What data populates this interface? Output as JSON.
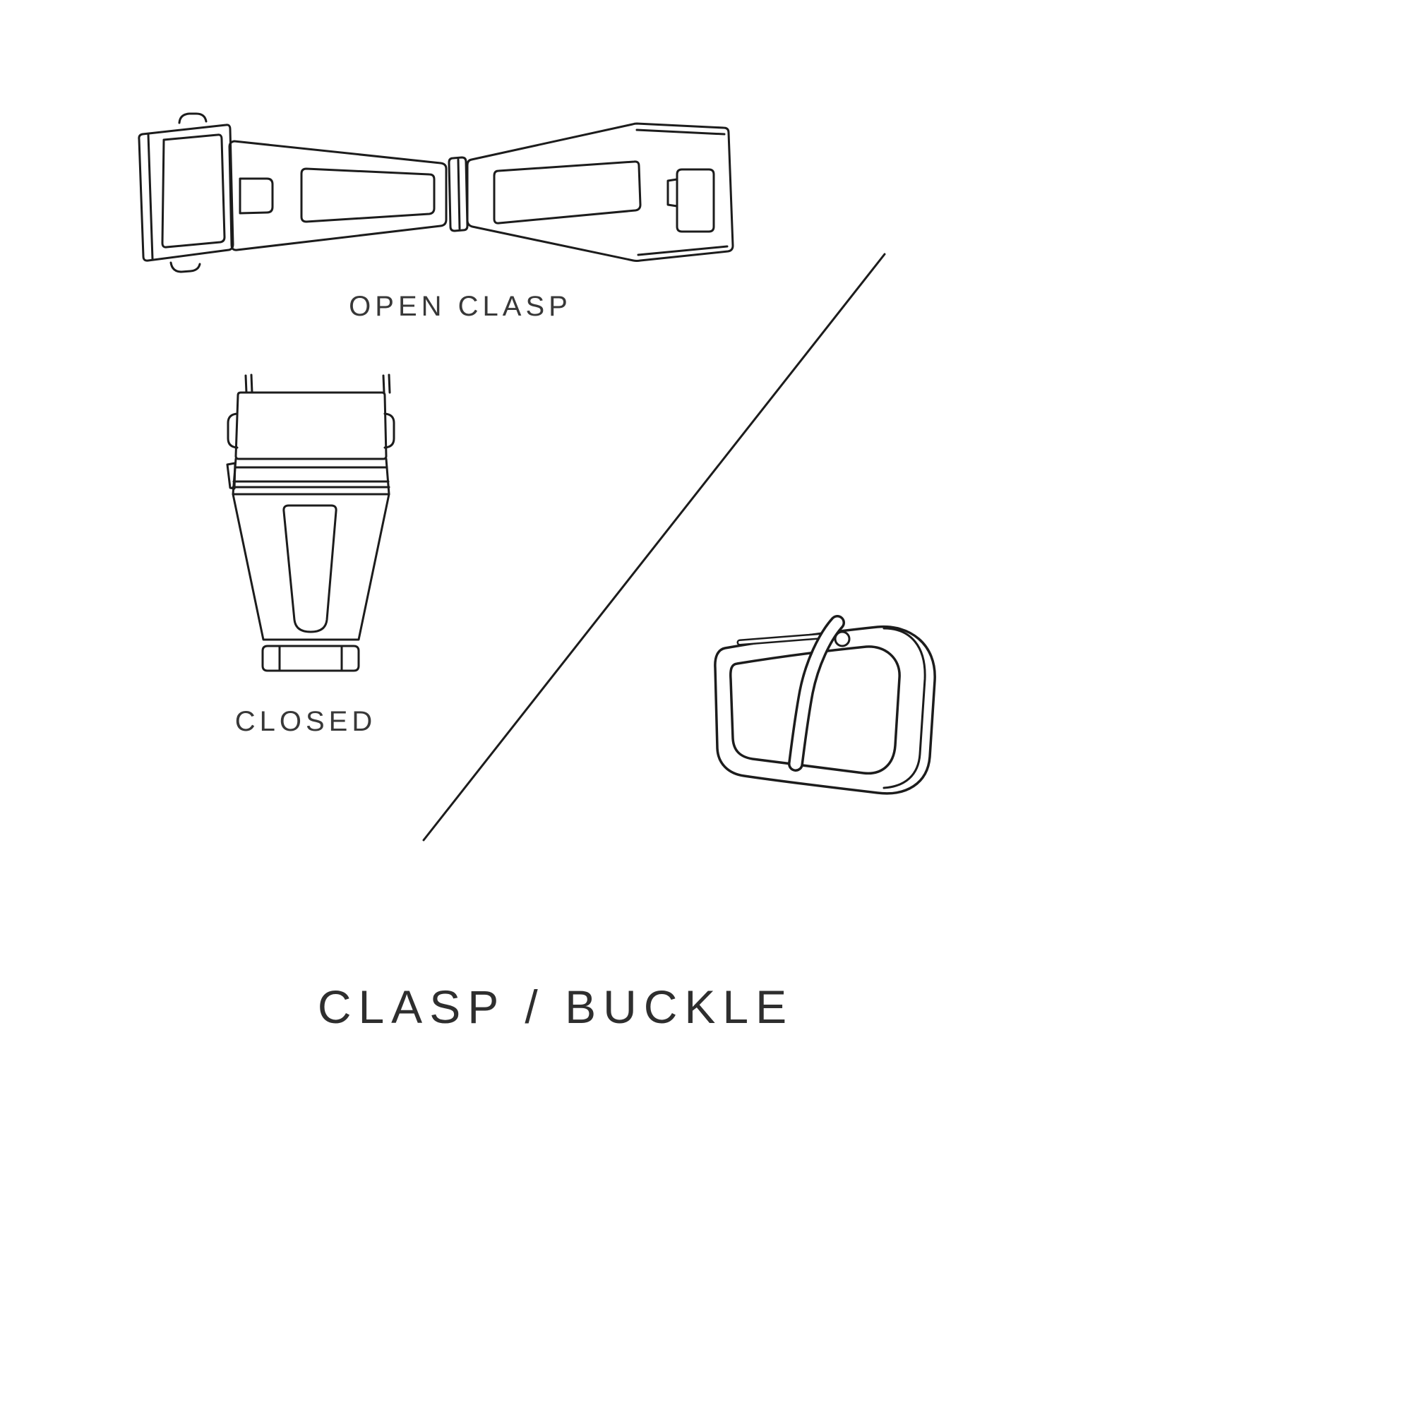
{
  "colors": {
    "line": "#1c1c1c",
    "text": "#383838",
    "title_text": "#2e2e2e",
    "background": "#ffffff"
  },
  "diagram": {
    "title": "CLASP / BUCKLE",
    "sections": {
      "open_clasp": {
        "label": "OPEN CLASP",
        "illustration": "open-clasp-illustration"
      },
      "closed": {
        "label": "CLOSED",
        "illustration": "closed-clasp-illustration"
      },
      "buckle": {
        "illustration": "buckle-illustration"
      }
    },
    "divider": "diagonal-divider-line"
  }
}
